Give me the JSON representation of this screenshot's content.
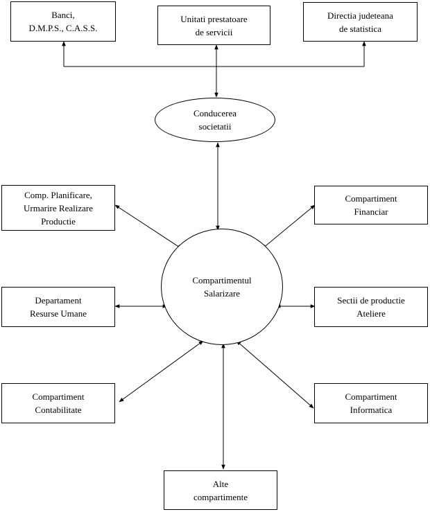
{
  "nodes": {
    "banci": [
      "Banci,",
      "D.M.P.S., C.A.S.S."
    ],
    "unitati": [
      "Unitati prestatoare",
      "de servicii"
    ],
    "directia": [
      "Directia judeteana",
      "de statistica"
    ],
    "conducerea": [
      "Conducerea",
      "societatii"
    ],
    "comp_planificare": [
      "Comp. Planificare,",
      "Urmarire Realizare",
      "Productie"
    ],
    "comp_financiar": [
      "Compartiment",
      "Financiar"
    ],
    "salarizare": [
      "Compartimentul",
      "Salarizare"
    ],
    "resurse_umane": [
      "Departament",
      "Resurse Umane"
    ],
    "sectii": [
      "Sectii de productie",
      "Ateliere"
    ],
    "contabilitate": [
      "Compartiment",
      "Contabilitate"
    ],
    "informatica": [
      "Compartiment",
      "Informatica"
    ],
    "alte": [
      "Alte",
      "compartimente"
    ]
  },
  "colors": {
    "line": "#000000",
    "background": "#ffffff"
  }
}
